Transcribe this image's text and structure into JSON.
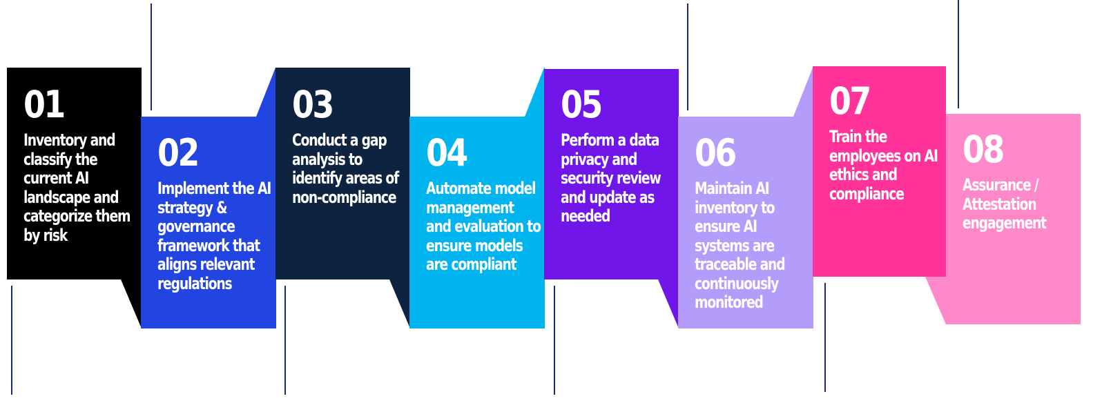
{
  "colors": {
    "connector": "#1a2a6c",
    "step_01": "#000000",
    "step_02": "#2244e0",
    "step_03": "#0d2340",
    "step_04": "#00b4f0",
    "step_05": "#7016e8",
    "step_06": "#b49cfa",
    "step_07": "#ff3399",
    "step_08": "#ff88c8"
  },
  "steps": [
    {
      "number": "01",
      "text": "Inventory and classify the current AI landscape and categorize them by risk"
    },
    {
      "number": "02",
      "text": "Implement the AI strategy & governance framework that aligns relevant regulations"
    },
    {
      "number": "03",
      "text": "Conduct a gap analysis to identify areas of non-compliance"
    },
    {
      "number": "04",
      "text": "Automate model management and evaluation to ensure models are compliant"
    },
    {
      "number": "05",
      "text": "Perform a data privacy and security review and update as needed"
    },
    {
      "number": "06",
      "text": "Maintain AI inventory to ensure AI systems are traceable and continuously monitored"
    },
    {
      "number": "07",
      "text": "Train the employees on AI ethics and compliance"
    },
    {
      "number": "08",
      "text": "Assurance / Attestation engagement"
    }
  ]
}
